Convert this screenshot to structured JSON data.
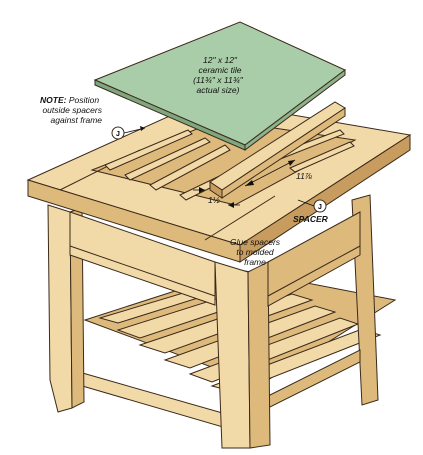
{
  "tile": {
    "line1": "12\" x 12\"",
    "line2": "ceramic tile",
    "line3": "(11¾\" x 11¾\"",
    "line4": "actual size)"
  },
  "note": {
    "bold": "NOTE:",
    "line1": " Position",
    "line2": "outside spacers",
    "line3": "against frame"
  },
  "callouts": {
    "detail_ref_left": "J",
    "detail_ref_right": "J",
    "spacer": "SPACER"
  },
  "dimensions": {
    "long": "11⅞",
    "short": "1½"
  },
  "glue_note": {
    "line1": "Glue spacers",
    "line2": "to molded",
    "line3": "frame"
  },
  "colors": {
    "wood": "#f2d9a8",
    "wood_dark": "#ddb97c",
    "wood_shadow": "#c79c5e",
    "tile": "#a9cda8",
    "outline": "#3a2a1a"
  }
}
